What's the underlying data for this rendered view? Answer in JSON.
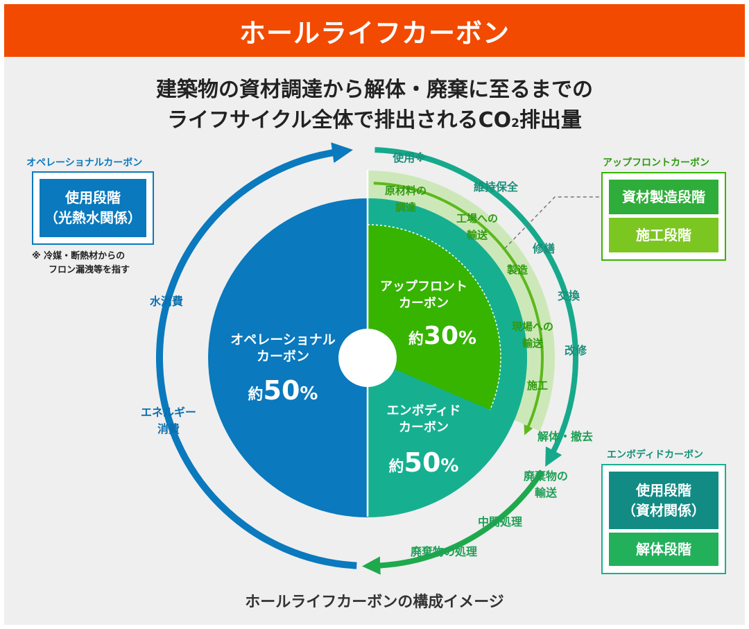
{
  "header": {
    "title": "ホールライフカーボン"
  },
  "subtitle": {
    "line1": "建築物の資材調達から解体・廃棄に至るまでの",
    "line2_pre": "ライフサイクル全体で排出される",
    "line2_co": "CO",
    "line2_sub": "2",
    "line2_post": "排出量"
  },
  "pie": {
    "operational": {
      "line1": "オペレーショナル",
      "line2": "カーボン",
      "prefix": "約",
      "value": "50",
      "unit": "%"
    },
    "upfront": {
      "line1": "アップフロント",
      "line2": "カーボン",
      "prefix": "約",
      "value": "30",
      "unit": "%"
    },
    "embodied": {
      "line1": "エンボディド",
      "line2": "カーボン",
      "prefix": "約",
      "value": "50",
      "unit": "%"
    }
  },
  "shares": {
    "operational": 50,
    "embodied": 50,
    "upfront": 30
  },
  "left_arc": {
    "water": "水消費",
    "energy_1": "エネルギー",
    "energy_2": "消費"
  },
  "outer_arc": {
    "use": "使用※",
    "maintenance": "維持保全",
    "repair": "修繕",
    "replace": "交換",
    "renovate": "改修",
    "demolish": "解体・撤去",
    "waste_transport_1": "廃棄物の",
    "waste_transport_2": "輸送",
    "intermediate": "中間処理",
    "waste_disposal": "廃棄物の処理"
  },
  "inner_arc": {
    "raw_1": "原材料の",
    "raw_2": "調達",
    "factory_1": "工場への",
    "factory_2": "輸送",
    "manufacture": "製造",
    "site_1": "現場への",
    "site_2": "輸送",
    "construction": "施工"
  },
  "left_panel": {
    "title": "オペレーショナルカーボン",
    "box_line1": "使用段階",
    "box_line2": "（光熱水関係）",
    "note_line1": "※ 冷媒・断熱材からの",
    "note_line2": "フロン漏洩等を指す"
  },
  "upfront_panel": {
    "title": "アップフロントカーボン",
    "box1": "資材製造段階",
    "box2": "施工段階"
  },
  "embodied_panel": {
    "title": "エンボディドカーボン",
    "box1_line1": "使用段階",
    "box1_line2": "（資材関係）",
    "box2": "解体段階"
  },
  "caption": "ホールライフカーボンの構成イメージ",
  "colors": {
    "header": "#f24a00",
    "operational": "#0a79bd",
    "embodied": "#16b091",
    "upfront": "#36b400",
    "upfront_ring": "#cde8b8",
    "upfront_box": "#2fad3a",
    "construction_box": "#7cc622",
    "embodied_box1": "#128b85",
    "embodied_box2": "#22b05b"
  }
}
